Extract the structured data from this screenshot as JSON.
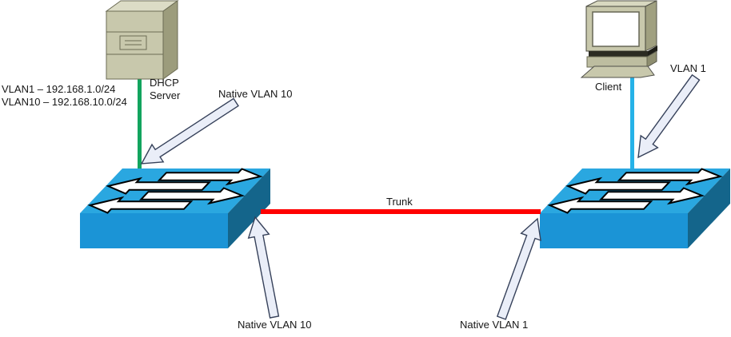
{
  "diagram_type": "network-topology",
  "colors": {
    "switch_top": "#2AA7E0",
    "switch_front": "#1B94D6",
    "switch_side": "#14658B",
    "trunk_link": "#FF0000",
    "dhcp_link": "#12A45E",
    "client_link": "#25B2E8",
    "callout_fill": "#EAEEF8",
    "callout_stroke": "#36415A"
  },
  "nodes": {
    "dhcp_server": {
      "icon": "server-tower-icon",
      "label_line1": "DHCP",
      "label_line2": "Server"
    },
    "client": {
      "icon": "desktop-computer-icon",
      "label": "Client"
    },
    "switch_left": {
      "icon": "network-switch-icon"
    },
    "switch_right": {
      "icon": "network-switch-icon"
    }
  },
  "links": {
    "trunk": {
      "label": "Trunk",
      "color": "#FF0000"
    },
    "dhcp_to_switch": {
      "color": "#12A45E"
    },
    "client_to_switch": {
      "color": "#25B2E8"
    }
  },
  "annotations": {
    "subnets": {
      "line1": "VLAN1 – 192.168.1.0/24",
      "line2": "VLAN10 – 192.168.10.0/24"
    },
    "native_vlan10_top": "Native VLAN 10",
    "native_vlan10_bottom": "Native VLAN 10",
    "native_vlan1_bottom": "Native VLAN 1",
    "vlan1": "VLAN 1"
  }
}
